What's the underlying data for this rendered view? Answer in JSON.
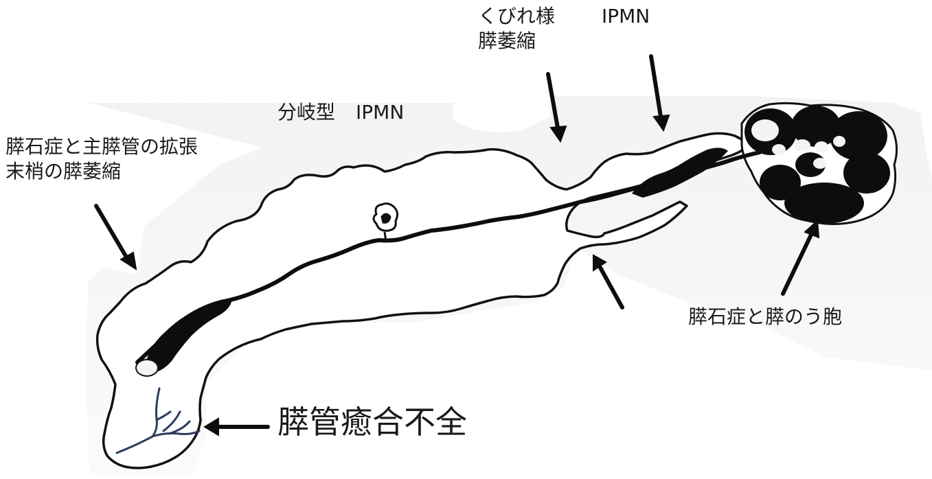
{
  "figure": {
    "labels": {
      "stone_dilation": {
        "line1": "膵石症と主膵管の拡張",
        "line2": "末梢の膵萎縮"
      },
      "branch_ipmn": {
        "type": "分岐型",
        "name": "IPMN"
      },
      "constriction": {
        "line1": "くびれ様",
        "line2": "膵萎縮"
      },
      "main_ipmn": "IPMN",
      "stone_cyst": "膵石症と膵のう胞",
      "fusion_failure": "膵管癒合不全"
    },
    "colors": {
      "outline": "#111111",
      "duct": "#0d0d0d",
      "background_patch": "#ececec",
      "ventral_duct": "#2a3d5e",
      "text": "#1a1a1a"
    }
  }
}
